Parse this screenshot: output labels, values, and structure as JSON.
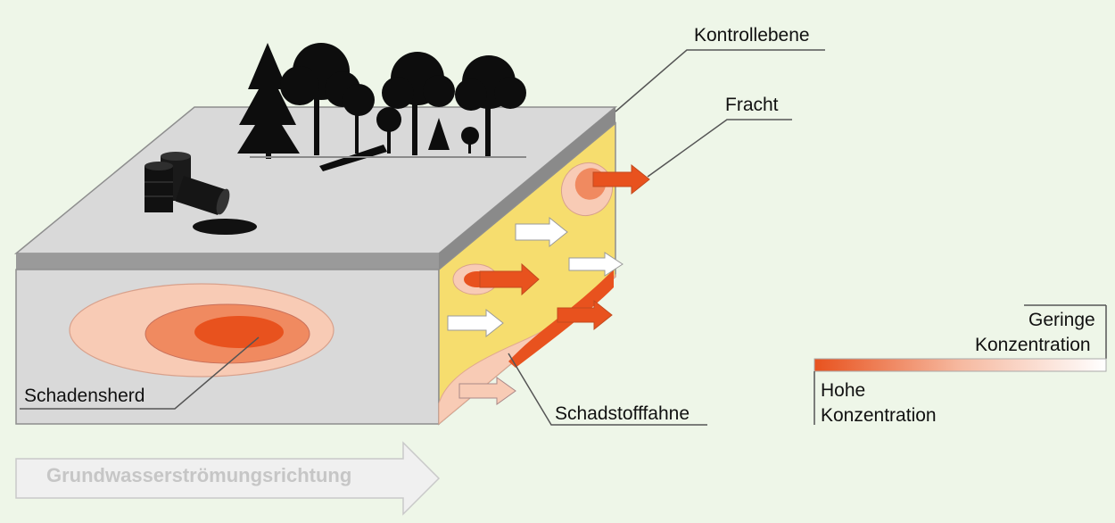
{
  "labels": {
    "control_plane": "Kontrollebene",
    "load": "Fracht",
    "source_zone": "Schadensherd",
    "plume": "Schadstofffahne",
    "flow_direction": "Grundwasserströmungsrichtung"
  },
  "legend": {
    "low_line1": "Geringe",
    "low_line2": "Konzentration",
    "high_line1": "Hohe",
    "high_line2": "Konzentration",
    "gradient_from": "#e8521e",
    "gradient_to": "#ffffff"
  },
  "colors": {
    "background": "#eef6e8",
    "block_top": "#d9d9d9",
    "block_edge": "#9a9a9a",
    "block_front": "#d9d9d9",
    "control_plane": "#f6dd6e",
    "conc_high": "#e8521e",
    "conc_mid": "#f08a60",
    "conc_low": "#f8cbb5",
    "arrow_white": "#ffffff",
    "flow_arrow": "#f0f0f0"
  },
  "icons": [
    "oil-barrels-icon",
    "forest-icon"
  ]
}
